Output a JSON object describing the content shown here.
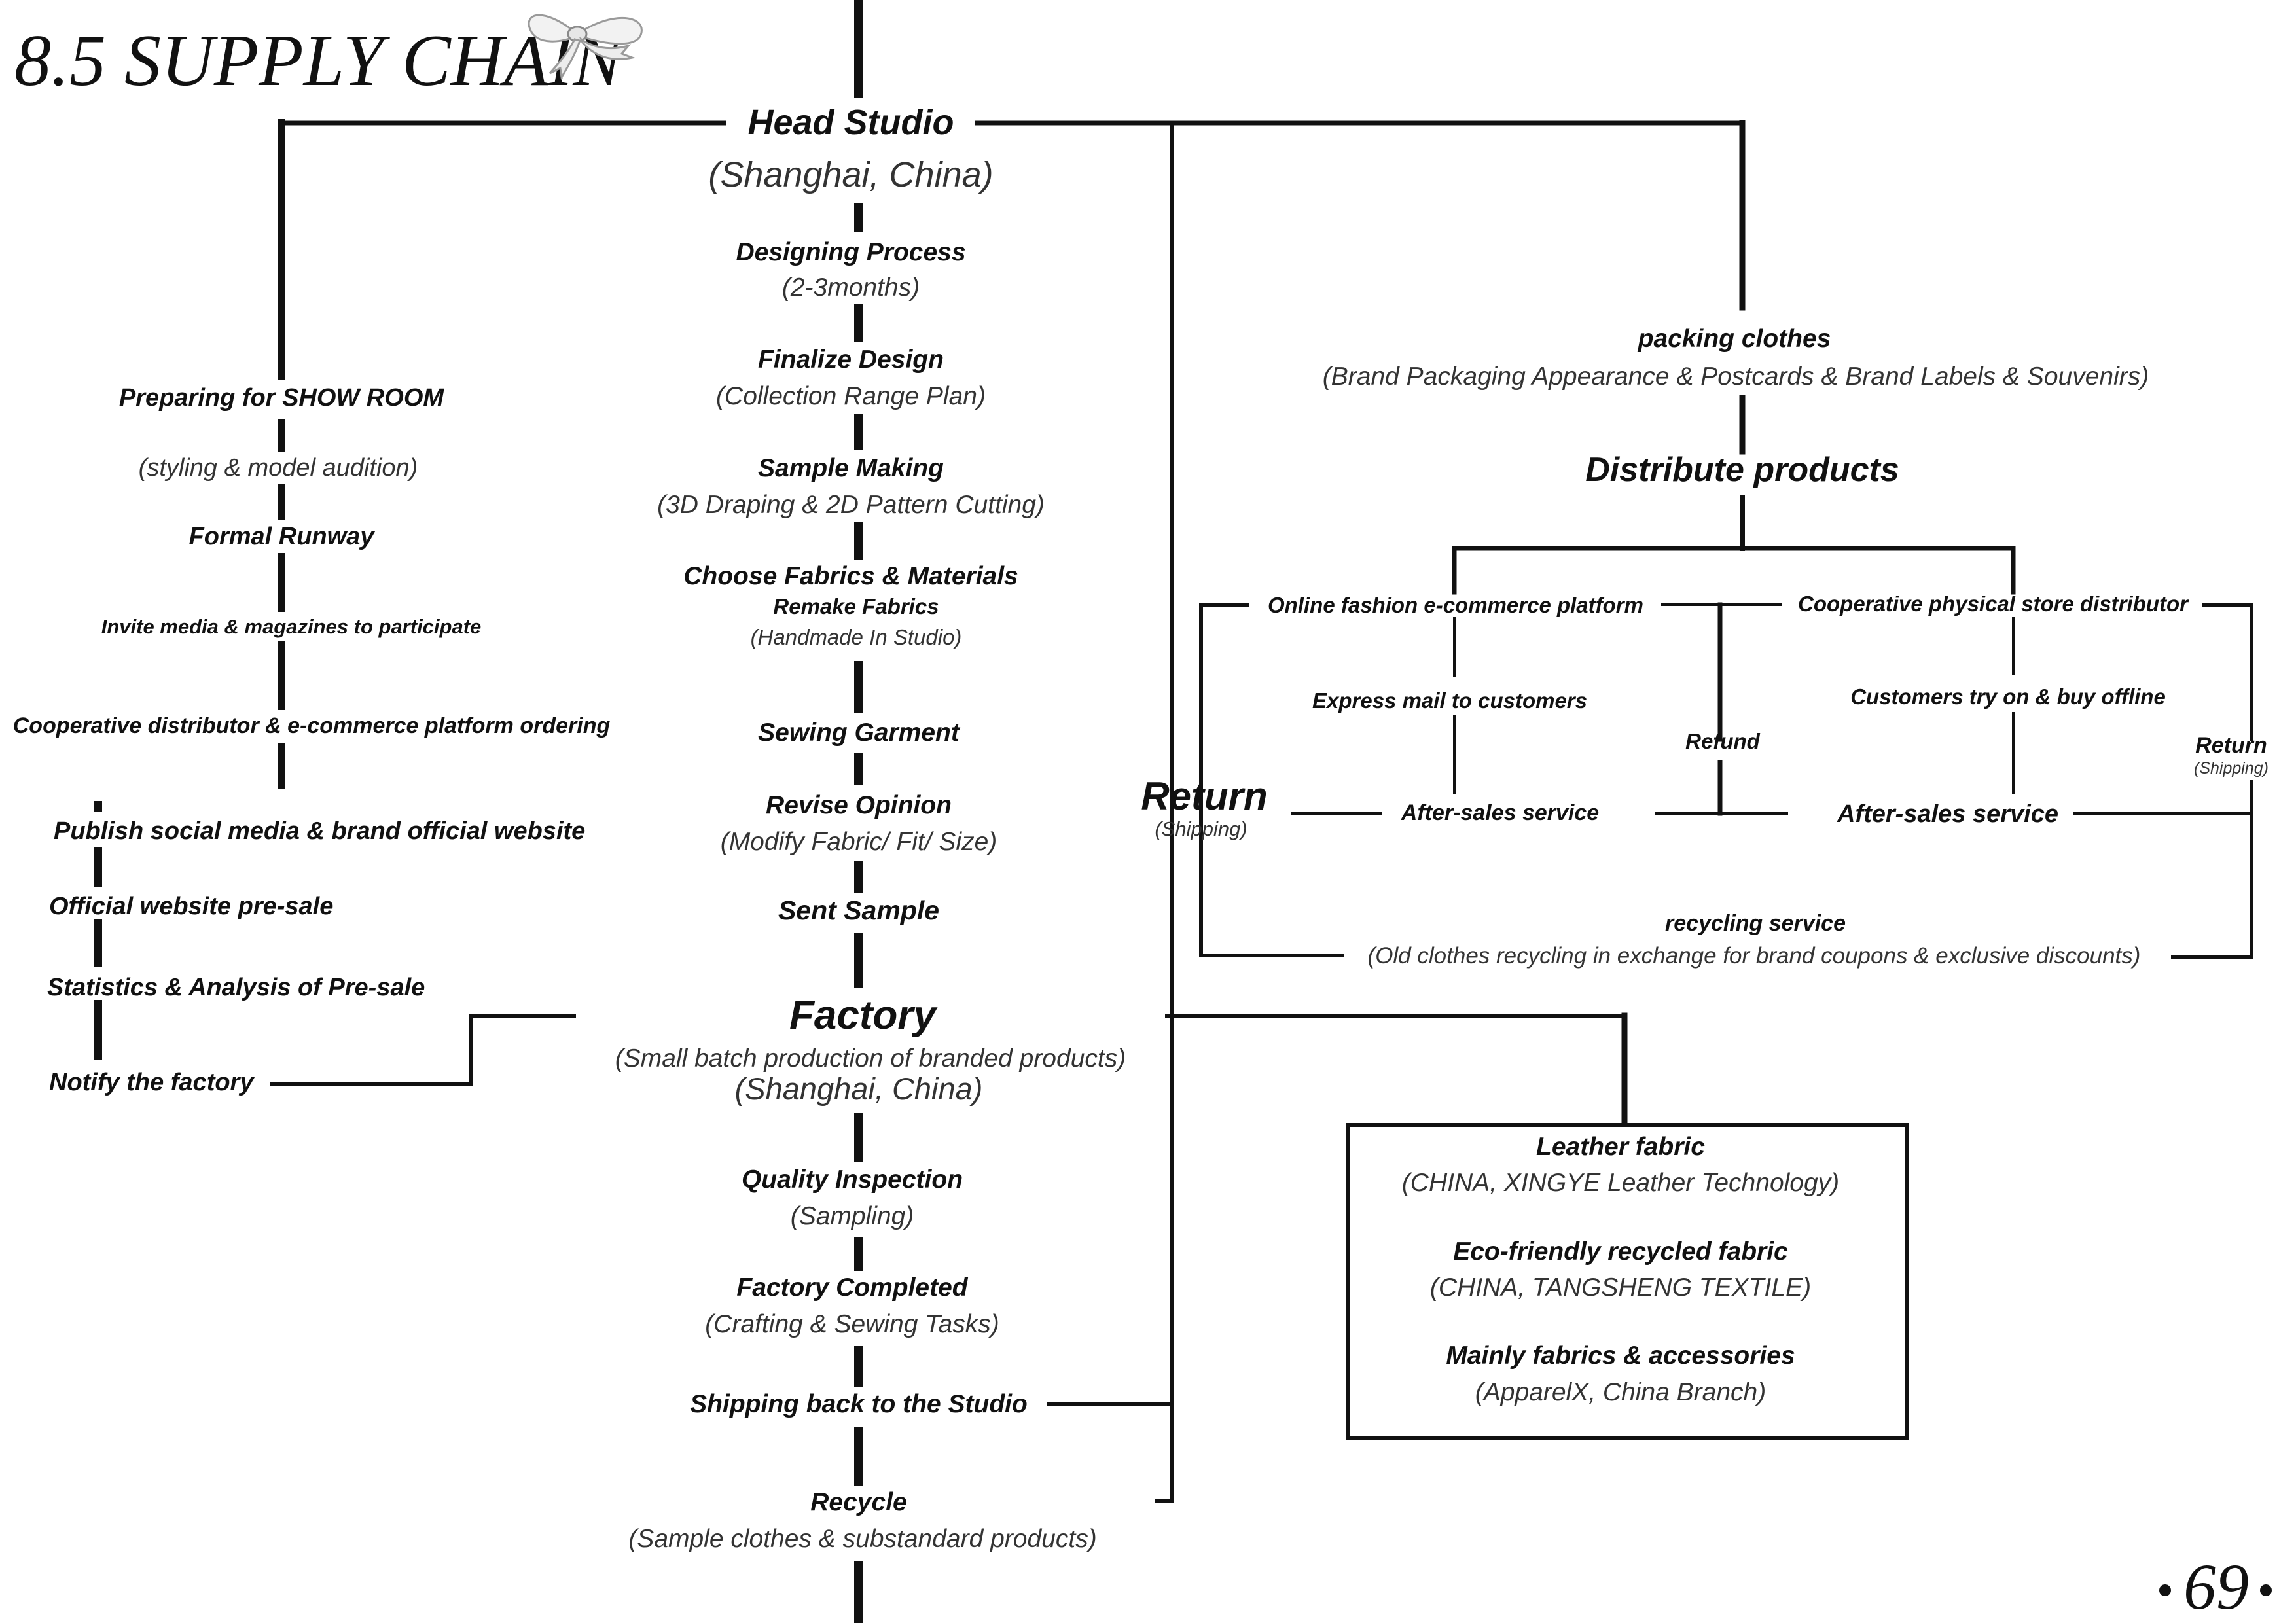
{
  "title": "8.5 SUPPLY CHAIN",
  "page_number": "69",
  "colors": {
    "line": "#111111",
    "text": "#111111",
    "sub_text": "#333333",
    "background": "#ffffff"
  },
  "decoration": "bow-ribbon-icon",
  "head_studio": {
    "name": "Head Studio",
    "location": "(Shanghai, China)"
  },
  "center_steps": [
    {
      "label": "Designing Process",
      "detail": "(2-3months)"
    },
    {
      "label": "Finalize Design",
      "detail": "(Collection Range Plan)"
    },
    {
      "label": "Sample Making",
      "detail": "(3D Draping & 2D Pattern Cutting)"
    },
    {
      "label": "Choose Fabrics & Materials",
      "extra": "Remake Fabrics",
      "detail": "(Handmade In Studio)"
    },
    {
      "label": "Sewing Garment"
    },
    {
      "label": "Revise Opinion",
      "detail": "(Modify Fabric/ Fit/ Size)"
    },
    {
      "label": "Sent Sample"
    }
  ],
  "factory": {
    "name": "Factory",
    "detail": "(Small batch production of branded products)",
    "location": "(Shanghai, China)"
  },
  "factory_steps": [
    {
      "label": "Quality Inspection",
      "detail": "(Sampling)"
    },
    {
      "label": "Factory Completed",
      "detail": "(Crafting & Sewing Tasks)"
    },
    {
      "label": "Shipping back to the Studio"
    },
    {
      "label": "Recycle",
      "detail": "(Sample clothes & substandard products)"
    }
  ],
  "left_steps": [
    {
      "label": "Preparing for SHOW ROOM"
    },
    {
      "label": "(styling & model audition)"
    },
    {
      "label": "Formal Runway"
    },
    {
      "label": "Invite media & magazines to participate"
    },
    {
      "label": "Cooperative distributor & e-commerce platform ordering"
    },
    {
      "label": "Publish social media & brand official website"
    },
    {
      "label": "Official website pre-sale"
    },
    {
      "label": "Statistics & Analysis of Pre-sale"
    },
    {
      "label": "Notify the factory"
    }
  ],
  "right": {
    "packing": {
      "label": "packing clothes",
      "detail": "(Brand Packaging Appearance & Postcards & Brand Labels & Souvenirs)"
    },
    "distribute": "Distribute products",
    "online": "Online fashion e-commerce platform",
    "cooperative": "Cooperative physical store distributor",
    "express": "Express mail to customers",
    "refund": "Refund",
    "try_on": "Customers try on & buy offline",
    "return_right": {
      "label": "Return",
      "detail": "(Shipping)"
    },
    "return_left": {
      "label": "Return",
      "detail": "(Shipping)"
    },
    "after_sales_1": "After-sales service",
    "after_sales_2": "After-sales service",
    "recycling": {
      "label": "recycling service",
      "detail": "(Old clothes recycling in exchange for brand coupons & exclusive discounts)"
    }
  },
  "suppliers": [
    {
      "label": "Leather fabric",
      "detail": "(CHINA, XINGYE Leather Technology)"
    },
    {
      "label": "Eco-friendly recycled fabric",
      "detail": "(CHINA, TANGSHENG TEXTILE)"
    },
    {
      "label": "Mainly fabrics & accessories",
      "detail": "(ApparelX, China Branch)"
    }
  ]
}
